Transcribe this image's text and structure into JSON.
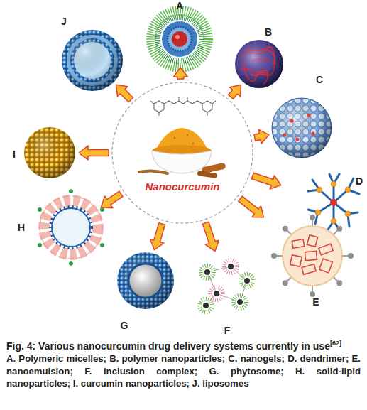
{
  "diagram": {
    "caption": "Fig. 4: Various nanocurcumin drug delivery systems currently in use",
    "nodes": [
      {
        "text": [
          "Nanocurcumin"
        ]
      },
      {
        "text": [
          "A"
        ]
      },
      {
        "text": [
          "B"
        ]
      },
      {
        "text": [
          "C"
        ]
      },
      {
        "text": [
          "D"
        ]
      },
      {
        "text": [
          "E"
        ]
      },
      {
        "text": [
          "F"
        ]
      },
      {
        "text": [
          "G"
        ]
      },
      {
        "text": [
          "H"
        ]
      },
      {
        "text": [
          "I"
        ]
      },
      {
        "text": [
          "J"
        ]
      }
    ],
    "edges": [
      {
        "from": 0,
        "to": 1,
        "arrow": "to"
      },
      {
        "from": 0,
        "to": 2,
        "arrow": "to"
      },
      {
        "from": 0,
        "to": 3,
        "arrow": "to"
      },
      {
        "from": 0,
        "to": 4,
        "arrow": "to"
      },
      {
        "from": 0,
        "to": 5,
        "arrow": "to"
      },
      {
        "from": 0,
        "to": 6,
        "arrow": "to"
      },
      {
        "from": 0,
        "to": 7,
        "arrow": "to"
      },
      {
        "from": 0,
        "to": 8,
        "arrow": "to"
      },
      {
        "from": 0,
        "to": 9,
        "arrow": "to"
      },
      {
        "from": 0,
        "to": 10,
        "arrow": "to"
      }
    ],
    "labels": [
      "[62]",
      "A. Polymeric micelles; B. polymer nanoparticles; C. nanogels; D. dendrimer; E. nanoemulsion; F. inclusion complex; G. phytosome; H. solid-lipid nanoparticles; I. curcumin nanoparticles; J. liposomes"
    ]
  }
}
